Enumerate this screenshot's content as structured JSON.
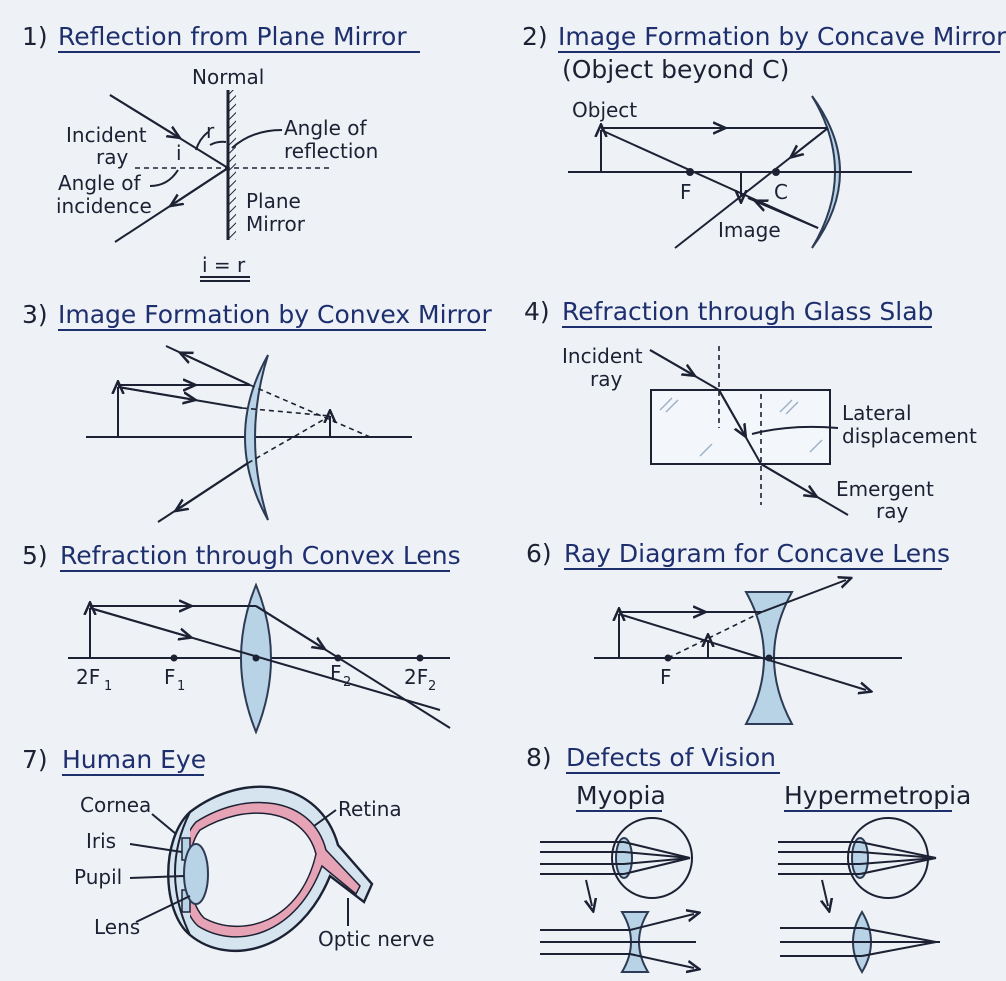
{
  "sections": {
    "s1": {
      "number": "1)",
      "title": "Reflection from Plane Mirror",
      "labels": {
        "normal": "Normal",
        "incident_ray_1": "Incident",
        "incident_ray_2": "ray",
        "i": "i",
        "r": "r",
        "angle_incidence_1": "Angle of",
        "angle_incidence_2": "incidence",
        "angle_reflection_1": "Angle of",
        "angle_reflection_2": "reflection",
        "plane_mirror_1": "Plane",
        "plane_mirror_2": "Mirror",
        "law": "i = r"
      }
    },
    "s2": {
      "number": "2)",
      "title": "Image Formation by Concave Mirror",
      "subtitle": "(Object beyond C)",
      "labels": {
        "object": "Object",
        "f": "F",
        "c": "C",
        "image": "Image"
      }
    },
    "s3": {
      "number": "3)",
      "title": "Image Formation by Convex Mirror"
    },
    "s4": {
      "number": "4)",
      "title": "Refraction through Glass Slab",
      "labels": {
        "incident_1": "Incident",
        "incident_2": "ray",
        "lateral_1": "Lateral",
        "lateral_2": "displacement",
        "emergent_1": "Emergent",
        "emergent_2": "ray"
      }
    },
    "s5": {
      "number": "5)",
      "title": "Refraction through Convex Lens",
      "labels": {
        "two_f1": "2F",
        "f1": "F",
        "f2": "F",
        "two_f2": "2F",
        "sub1": "1",
        "sub2": "2"
      }
    },
    "s6": {
      "number": "6)",
      "title": "Ray Diagram for Concave Lens",
      "labels": {
        "f": "F"
      }
    },
    "s7": {
      "number": "7)",
      "title": "Human Eye",
      "labels": {
        "cornea": "Cornea",
        "iris": "Iris",
        "pupil": "Pupil",
        "lens": "Lens",
        "retina": "Retina",
        "optic_nerve": "Optic nerve"
      }
    },
    "s8": {
      "number": "8)",
      "title": "Defects of Vision",
      "myopia": "Myopia",
      "hypermetropia": "Hypermetropia"
    }
  },
  "colors": {
    "ink": "#1c2233",
    "title_blue": "#1e2f6e",
    "glass": "#b9d3e6",
    "eye_pink": "#e6a3b6",
    "background": "#eef1f6"
  }
}
